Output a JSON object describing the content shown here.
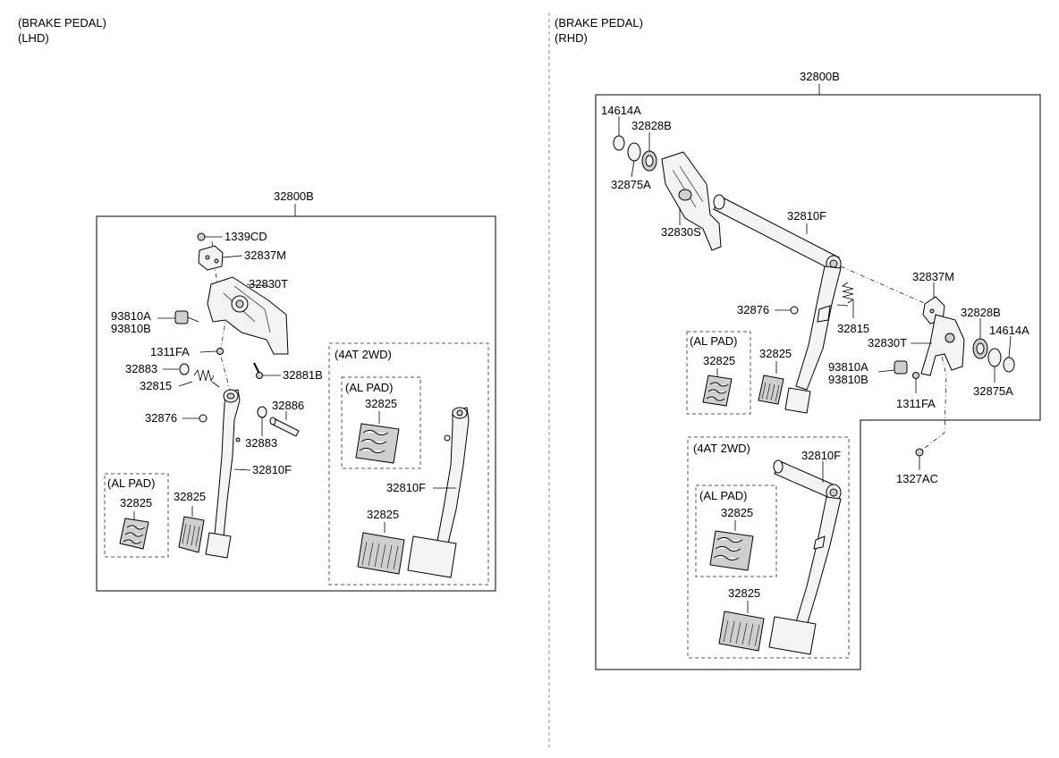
{
  "lhd": {
    "title": "(BRAKE PEDAL)",
    "subtitle": "(LHD)",
    "assembly": "32800B",
    "labels": {
      "p1339CD": "1339CD",
      "p32837M": "32837M",
      "p32830T": "32830T",
      "p93810A": "93810A",
      "p93810B": "93810B",
      "p1311FA": "1311FA",
      "p32883a": "32883",
      "p32881B": "32881B",
      "p32815": "32815",
      "p32886": "32886",
      "p32876": "32876",
      "p32883b": "32883",
      "p32810F": "32810F",
      "p32825": "32825"
    },
    "alpad": {
      "title": "(AL PAD)",
      "part": "32825"
    },
    "at2wd": {
      "title": "(4AT 2WD)",
      "alpad_title": "(AL PAD)",
      "alpad_part": "32825",
      "pedal": "32810F",
      "pad": "32825"
    }
  },
  "rhd": {
    "title": "(BRAKE PEDAL)",
    "subtitle": "(RHD)",
    "assembly": "32800B",
    "labels": {
      "p14614A_l": "14614A",
      "p32828B_l": "32828B",
      "p32875A_l": "32875A",
      "p32830S": "32830S",
      "p32810F": "32810F",
      "p32876": "32876",
      "p32815": "32815",
      "p32825": "32825",
      "p32837M": "32837M",
      "p32828B_r": "32828B",
      "p14614A_r": "14614A",
      "p32830T": "32830T",
      "p32875A_r": "32875A",
      "p93810A": "93810A",
      "p93810B": "93810B",
      "p1311FA": "1311FA",
      "p1327AC": "1327AC"
    },
    "alpad": {
      "title": "(AL PAD)",
      "part": "32825"
    },
    "at2wd": {
      "title": "(4AT 2WD)",
      "pedal": "32810F",
      "alpad_title": "(AL PAD)",
      "alpad_part": "32825",
      "pad": "32825"
    }
  }
}
